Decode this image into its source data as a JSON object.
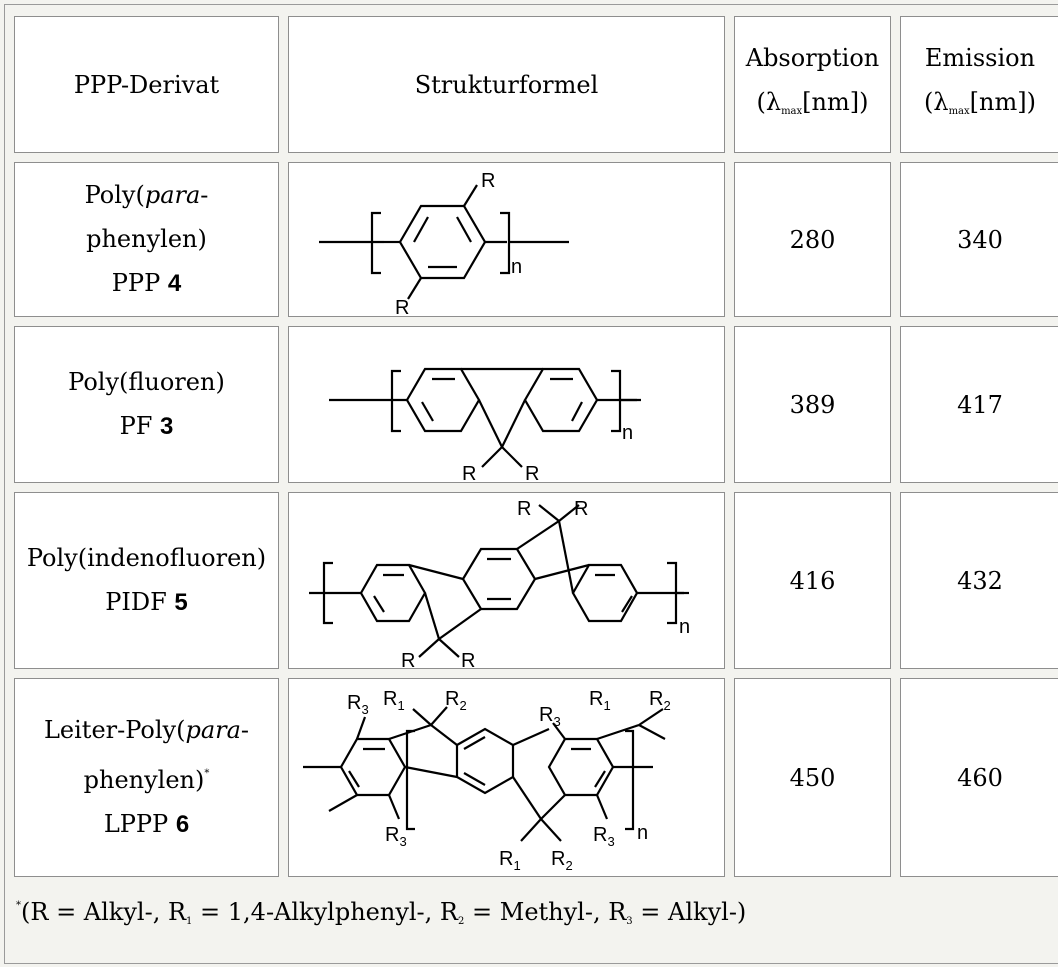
{
  "header": {
    "col1": "PPP-Derivat",
    "col2": "Strukturformel",
    "col3_line1": "Absorption",
    "col3_open": "(λ",
    "col3_sub": "max",
    "col3_close": "[nm])",
    "col4_line1": "Emission",
    "col4_open": "(λ",
    "col4_sub": "max",
    "col4_close": "[nm])"
  },
  "rows": [
    {
      "name_line1_a": "Poly(",
      "name_line1_italic": "para",
      "name_line1_b": "-",
      "name_line2": "phenylen)",
      "name_line3_a": "PPP ",
      "name_line3_num": "4",
      "absorption": "280",
      "emission": "340",
      "labels": {
        "r_top": "R",
        "r_bottom": "R",
        "n": "n"
      }
    },
    {
      "name_line1": "Poly(fluoren)",
      "name_line2_a": "PF ",
      "name_line2_num": "3",
      "absorption": "389",
      "emission": "417",
      "labels": {
        "r_left": "R",
        "r_right": "R",
        "n": "n"
      }
    },
    {
      "name_line1": "Poly(indenofluoren)",
      "name_line2_a": "PIDF ",
      "name_line2_num": "5",
      "absorption": "416",
      "emission": "432",
      "labels": {
        "r_top_left": "R",
        "r_top_right": "R",
        "r_bot_left": "R",
        "r_bot_right": "R",
        "n": "n"
      }
    },
    {
      "name_line1_a": "Leiter-Poly(",
      "name_line1_italic": "para",
      "name_line1_b": "-",
      "name_line2": "phenylen)",
      "name_line2_sup": "*",
      "name_line3_a": "LPPP ",
      "name_line3_num": "6",
      "absorption": "450",
      "emission": "460",
      "labels": {
        "r3": "R",
        "r3_sub": "3",
        "r1": "R",
        "r1_sub": "1",
        "r2": "R",
        "r2_sub": "2",
        "n": "n"
      }
    }
  ],
  "footnote": {
    "star": "*",
    "p1": "(R = Alkyl-, R",
    "s1": "1",
    "p2": " = 1,4-Alkylphenyl-, R",
    "s2": "2",
    "p3": " = Methyl-, R",
    "s3": "3",
    "p4": " = Alkyl-)"
  }
}
